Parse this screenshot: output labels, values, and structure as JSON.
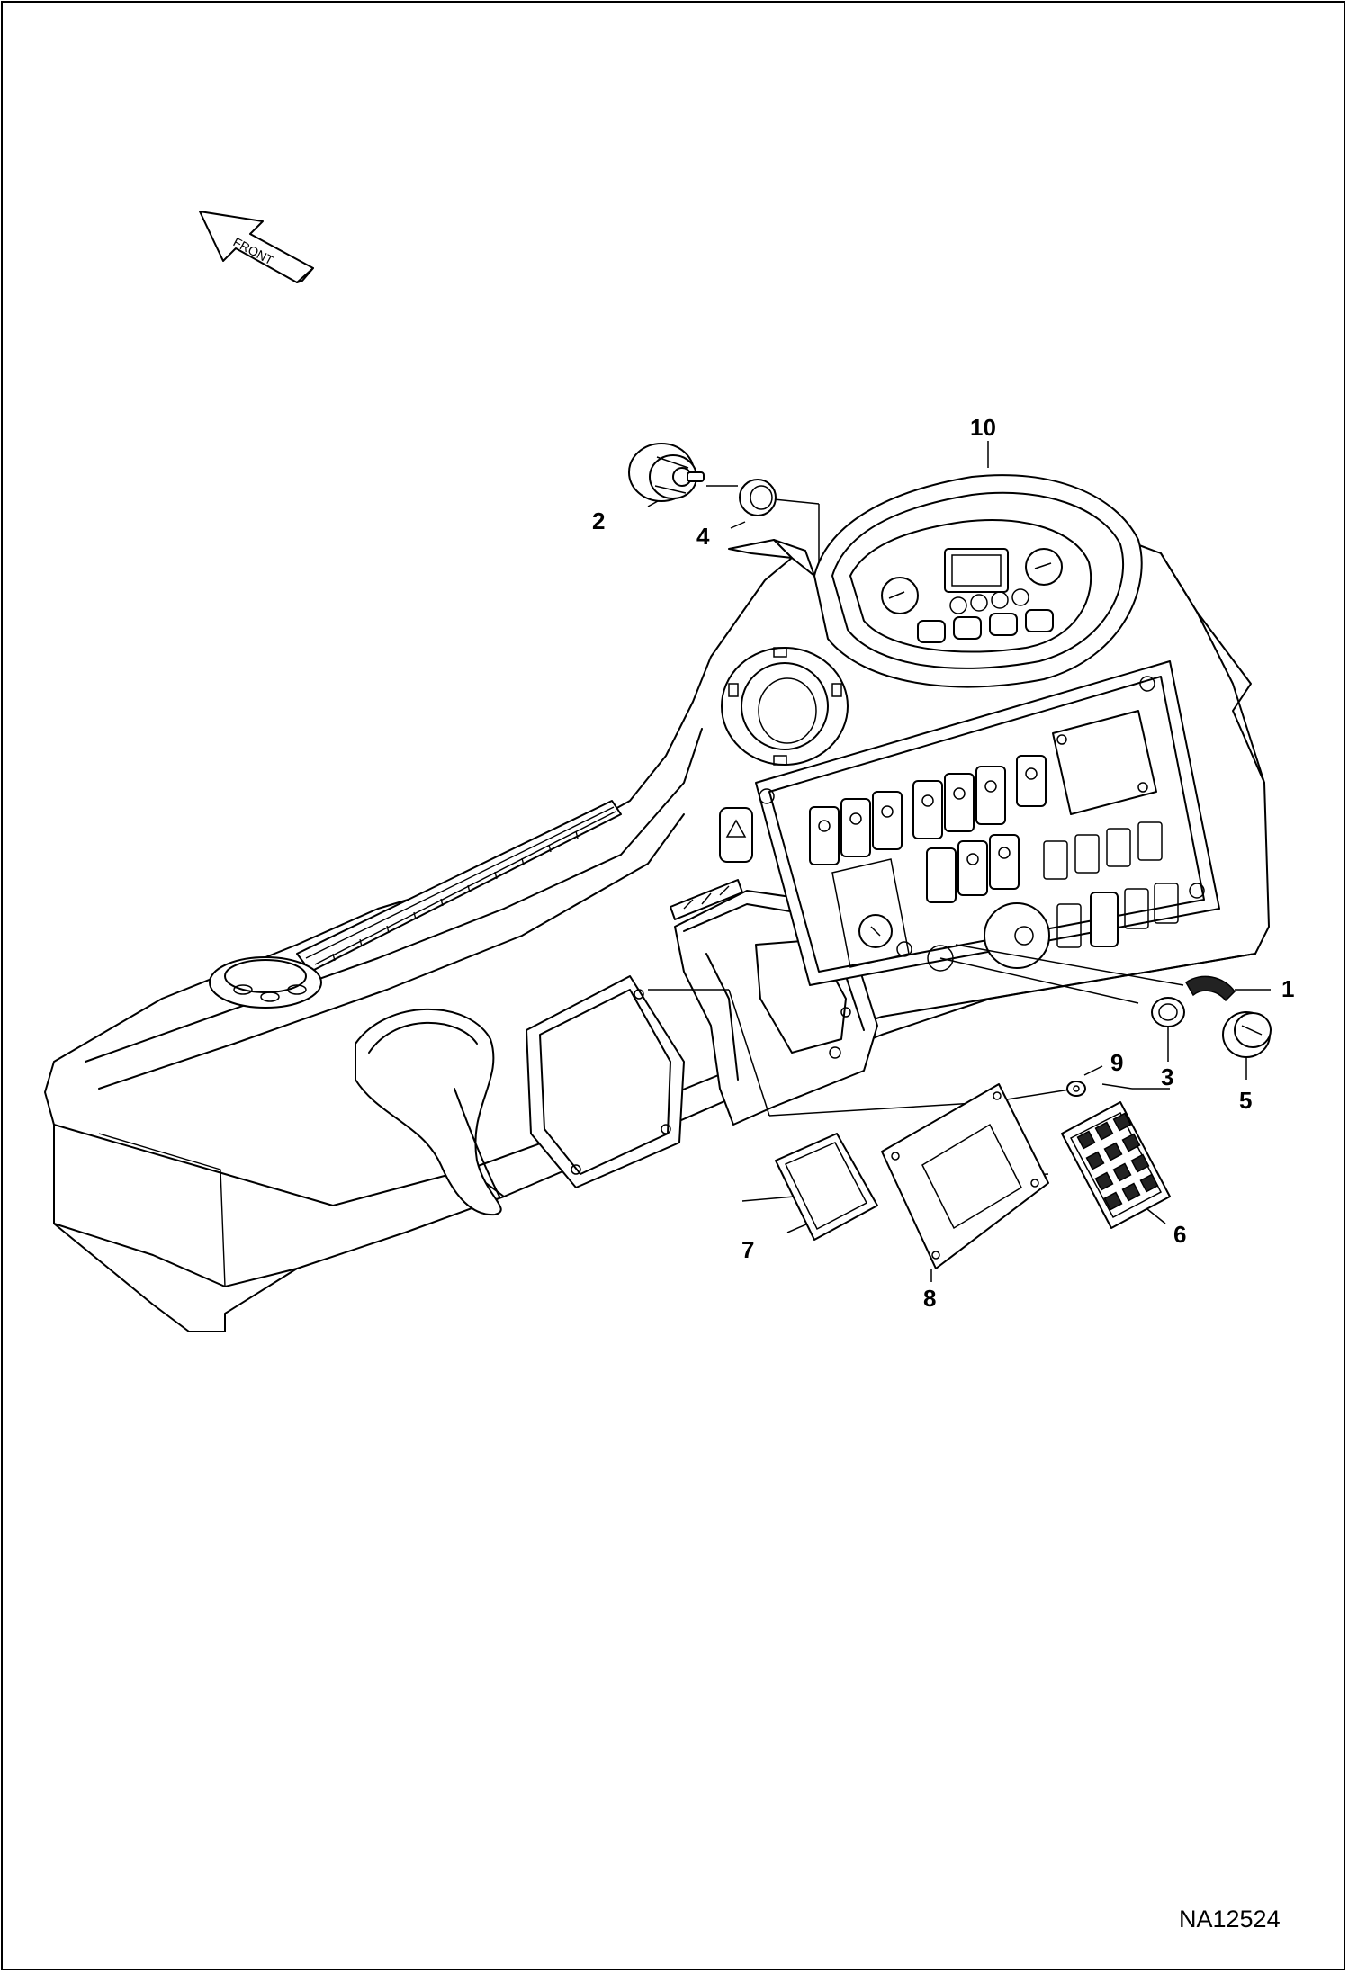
{
  "figure": {
    "id_label": "NA12524",
    "front_label": "FRONT"
  },
  "callouts": [
    {
      "id": "1",
      "label": "1"
    },
    {
      "id": "2",
      "label": "2"
    },
    {
      "id": "3",
      "label": "3"
    },
    {
      "id": "4",
      "label": "4"
    },
    {
      "id": "5",
      "label": "5"
    },
    {
      "id": "6",
      "label": "6"
    },
    {
      "id": "7",
      "label": "7"
    },
    {
      "id": "8",
      "label": "8"
    },
    {
      "id": "9",
      "label": "9"
    },
    {
      "id": "10",
      "label": "10"
    }
  ]
}
